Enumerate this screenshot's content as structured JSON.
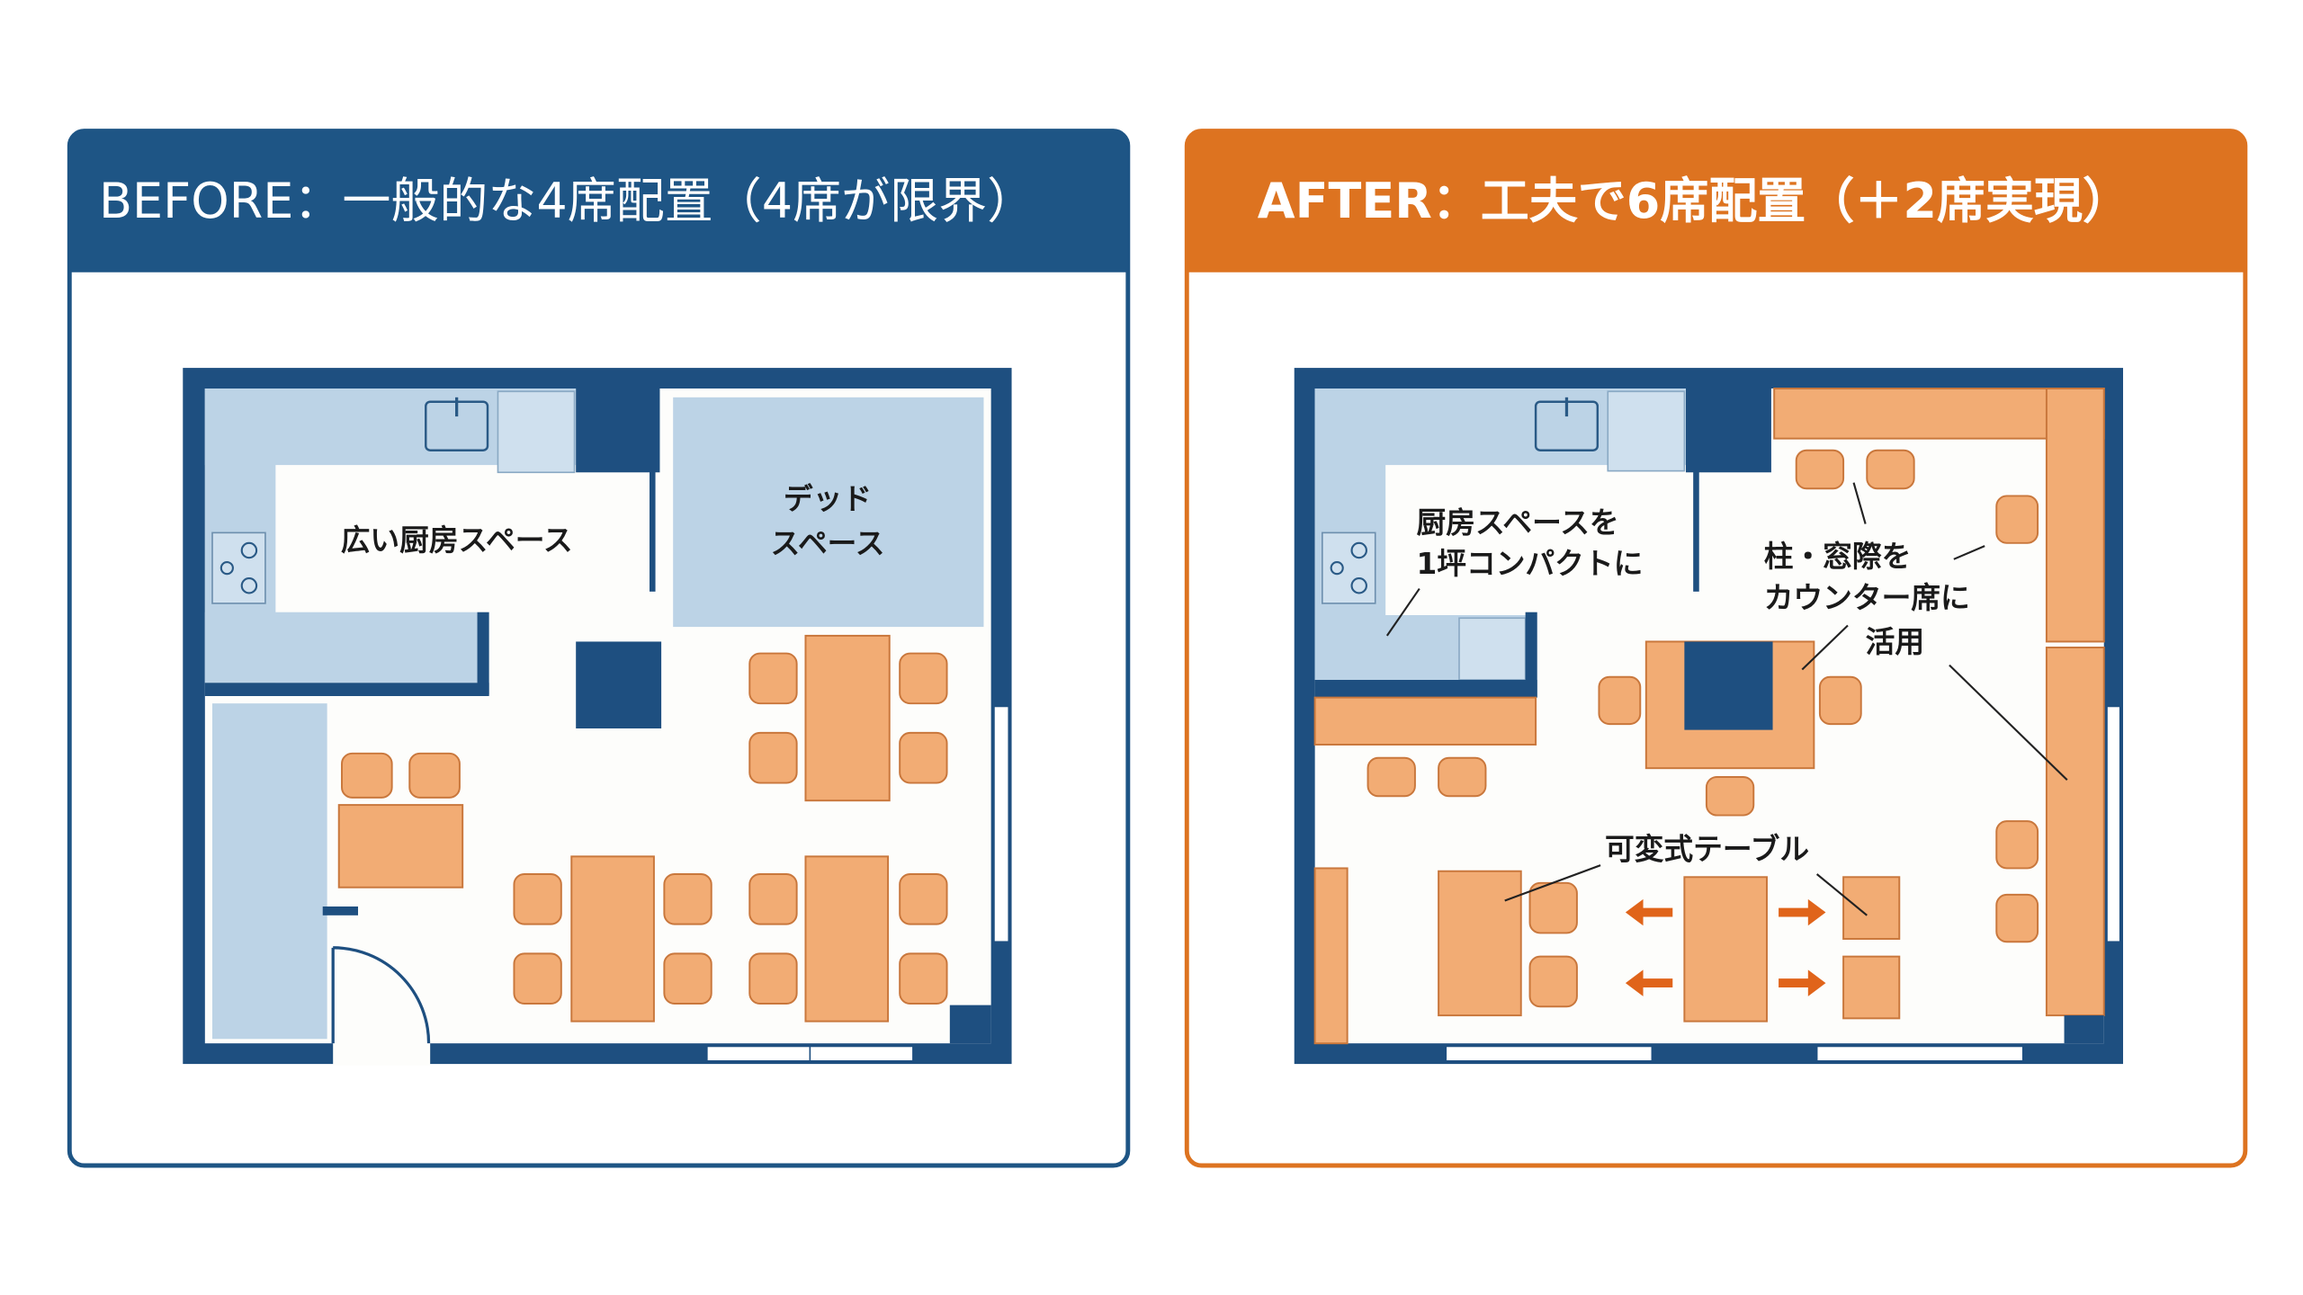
{
  "colors": {
    "before": "#1e5585",
    "after": "#dd7320",
    "wall": "#1e4f80",
    "kitchen": "#bcd3e6",
    "furniture": "#f2ac74"
  },
  "before": {
    "title": "BEFORE：一般的な4席配置（4席が限界）",
    "labels": {
      "kitchen": "広い厨房スペース",
      "dead_1": "デッド",
      "dead_2": "スペース"
    }
  },
  "after": {
    "title": "AFTER：工夫で6席配置（＋2席実現）",
    "labels": {
      "kitchen_1": "厨房スペースを",
      "kitchen_2": "1坪コンパクトに",
      "counter_1": "柱・窓際を",
      "counter_2": "カウンター席に",
      "counter_3": "活用",
      "table": "可変式テーブル"
    }
  }
}
